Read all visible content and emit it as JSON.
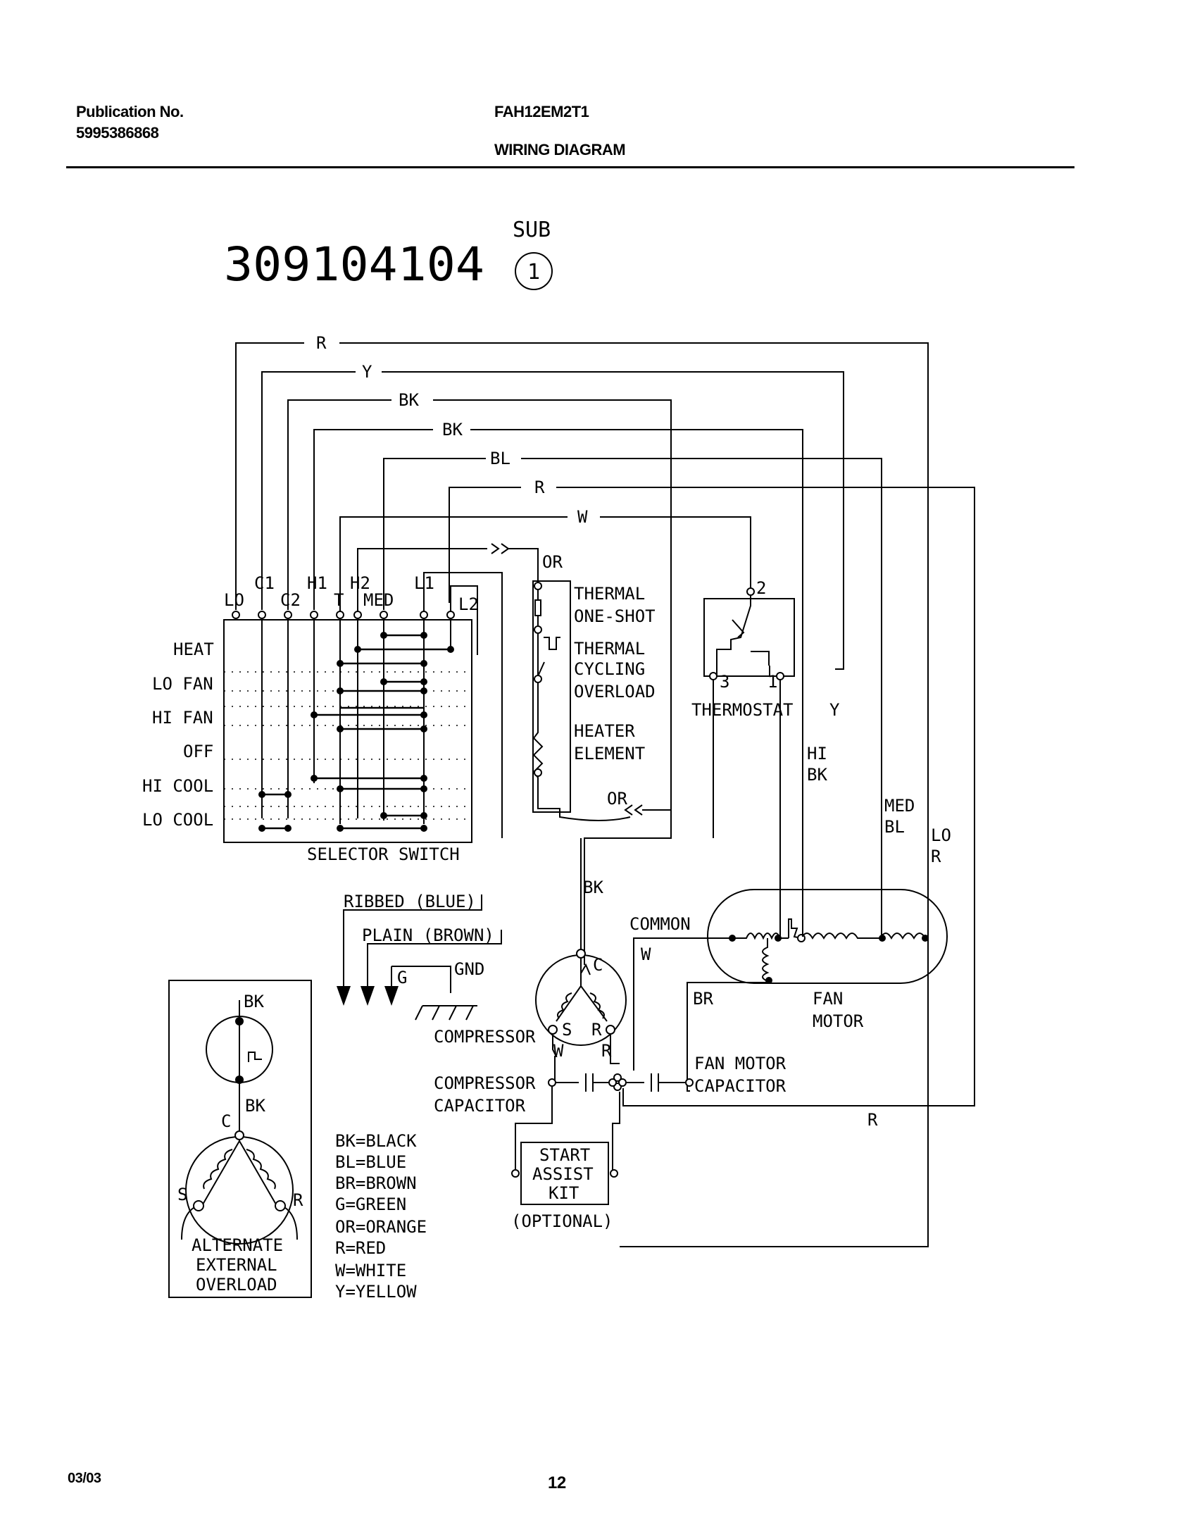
{
  "header": {
    "publication_label": "Publication No.",
    "publication_number": "5995386868",
    "model": "FAH12EM2T1",
    "title": "WIRING DIAGRAM"
  },
  "footer": {
    "date": "03/03",
    "page": "12"
  },
  "diagram": {
    "part_number": "309104104",
    "sub_label": "SUB",
    "sub_number": "1",
    "wires": {
      "r_top": "R",
      "y_top": "Y",
      "bk_1": "BK",
      "bk_2": "BK",
      "bl": "BL",
      "r_2": "R",
      "w": "W",
      "or_top": "OR",
      "or_bottom": "OR",
      "bk_compressor": "BK",
      "w_common": "W",
      "br": "BR",
      "r_bottom": "R",
      "y_right": "Y"
    },
    "terminals": {
      "lo": "LO",
      "c1": "C1",
      "c2": "C2",
      "h1": "H1",
      "h2": "H2",
      "t": "T",
      "med": "MED",
      "l1": "L1",
      "l2": "L2"
    },
    "selector": {
      "rows": [
        "HEAT",
        "LO FAN",
        "HI FAN",
        "OFF",
        "HI COOL",
        "LO COOL"
      ],
      "label": "SELECTOR SWITCH"
    },
    "heater": {
      "thermal_one_shot": [
        "THERMAL",
        "ONE-SHOT"
      ],
      "thermal_cycling": [
        "THERMAL",
        "CYCLING",
        "OVERLOAD"
      ],
      "heater_element": [
        "HEATER",
        "ELEMENT"
      ]
    },
    "thermostat": {
      "label": "THERMOSTAT",
      "t2": "2",
      "t3": "3",
      "t1": "1"
    },
    "fan_wires": {
      "hi": "HI",
      "hi_bk": "BK",
      "med": "MED",
      "med_bl": "BL",
      "lo": "LO",
      "lo_r": "R"
    },
    "ground": {
      "ribbed": "RIBBED (BLUE)",
      "plain": "PLAIN (BROWN)",
      "g": "G",
      "gnd": "GND"
    },
    "compressor": {
      "common": "COMMON",
      "label": "COMPRESSOR",
      "c": "C",
      "s": "S",
      "r": "R",
      "w": "W",
      "r2": "R",
      "capacitor": [
        "COMPRESSOR",
        "CAPACITOR"
      ]
    },
    "fan_motor": {
      "label": [
        "FAN",
        "MOTOR"
      ],
      "capacitor": [
        "FAN MOTOR",
        "CAPACITOR"
      ]
    },
    "start_assist": {
      "label": [
        "START",
        "ASSIST",
        "KIT"
      ],
      "optional": "(OPTIONAL)"
    },
    "overload": {
      "bk1": "BK",
      "bk2": "BK",
      "c": "C",
      "s": "S",
      "r": "R",
      "label": [
        "ALTERNATE",
        "EXTERNAL",
        "OVERLOAD"
      ]
    },
    "legend": [
      "BK=BLACK",
      "BL=BLUE",
      "BR=BROWN",
      "G=GREEN",
      "OR=ORANGE",
      "R=RED",
      "W=WHITE",
      "Y=YELLOW"
    ]
  }
}
